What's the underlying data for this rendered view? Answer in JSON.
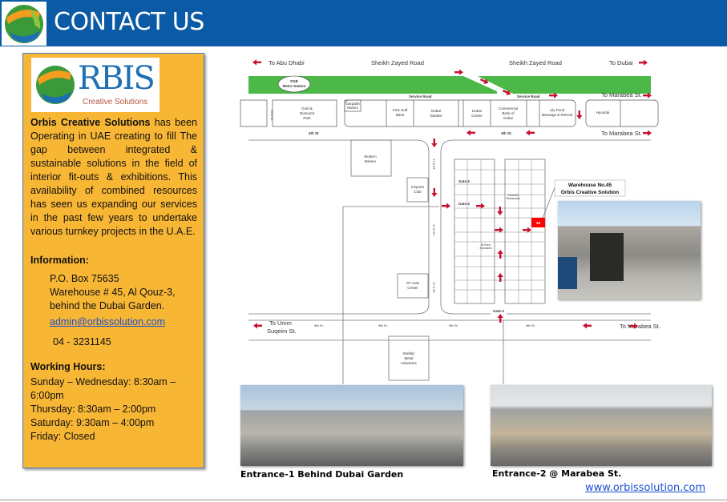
{
  "header": {
    "title": "CONTACT US"
  },
  "panel": {
    "logo": {
      "name": "RBIS",
      "tagline": "Creative Solutions"
    },
    "intro_bold": "Orbis Creative Solutions",
    "intro_rest": " has been Operating in UAE creating to fill The gap between integrated & sustainable solutions in the field of interior fit-outs & exhibitions. This availability of combined resources has seen us expanding our services in the past few years to undertake various turnkey projects in the U.A.E.",
    "info_heading": "Information:",
    "po_box": "P.O. Box 75635",
    "address1": "Warehouse # 45, Al Qouz-3,",
    "address2": "behind the Dubai Garden.",
    "email": "admin@orbissolution.com",
    "phone": "04 - 3231145",
    "hours_heading": "Working Hours:",
    "hours": [
      "Sunday – Wednesday: 8:30am –",
      "6:00pm",
      "Thursday: 8:30am – 2:00pm",
      "Saturday:  9:30am – 4:00pm",
      "Friday: Closed"
    ]
  },
  "map": {
    "to_abu_dhabi": "To Abu Dhabi",
    "szr1": "Sheikh Zayed Road",
    "szr2": "Sheikh Zayed Road",
    "to_dubai": "To Dubai",
    "metro": [
      "FGB",
      "Metro Station"
    ],
    "service1": "Service Road",
    "service2": "Service Road",
    "to_marabea1": "To Marabea St.",
    "to_marabea2": "To Marabea St.",
    "to_marabea3": "To Marabea St.",
    "st25": "25 A St.",
    "buildings": {
      "gold": [
        "Gold &",
        "Diamond",
        "Park"
      ],
      "gargash": [
        "Gargash",
        "Motors"
      ],
      "fgb": [
        "First Gulf",
        "Bank"
      ],
      "garden": [
        "Dubai",
        "Garden"
      ],
      "centre": [
        "Dubai",
        "Centre"
      ],
      "cbd": [
        "Commercial",
        "Bank of",
        "Dubai"
      ],
      "lily": [
        "Lily Pond",
        "Message & Retreat"
      ],
      "hyundai": "Hyundai"
    },
    "fourth1": "4th St",
    "fourth2": "4th St.",
    "bakery": [
      "Modern",
      "Bakery"
    ],
    "insports": [
      "Insports",
      "Club"
    ],
    "gt": [
      "GT Auto",
      "Center"
    ],
    "gourmet": [
      "Gourmet",
      "Restaurant"
    ],
    "alfarsi": [
      "Al Farsi",
      "Sandwich"
    ],
    "st17": "17 A ST.",
    "gate1": "Gate-1",
    "gate2": "Gate-2",
    "gate3": "Gate-3",
    "wh_num": "45",
    "wh_label": [
      "Warehouse No.45",
      "Orbis Creative Solution"
    ],
    "eighth1": "8th St.",
    "eighth2": "8th St.",
    "eighth3": "8th St.",
    "eighth4": "8th St.",
    "to_umm": [
      "To Umm",
      "Suqeim St."
    ],
    "shelfaz": [
      "Shelfaz",
      "Metal",
      "Industries"
    ]
  },
  "captions": {
    "entrance1": "Entrance-1 Behind Dubai Garden",
    "entrance2": "Entrance-2 @ Marabea St."
  },
  "website": "www.orbissolution.com",
  "colors": {
    "header": "#0b5aa5",
    "panel": "#f8b635",
    "road_green": "#4cb848",
    "arrow": "#c8102e",
    "warehouse": "#ff0000"
  }
}
